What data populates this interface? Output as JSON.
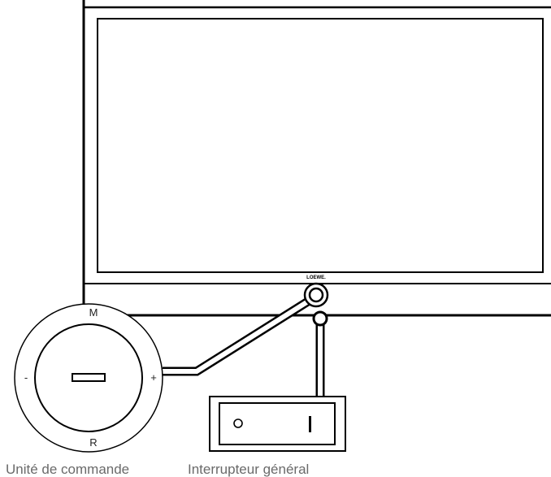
{
  "tv": {
    "logo": "LOEWE."
  },
  "control_unit": {
    "label_top": "M",
    "label_bottom": "R",
    "label_left": "-",
    "label_right": "+",
    "caption": "Unité de commande"
  },
  "main_switch": {
    "off_symbol": "O",
    "on_symbol": "I",
    "caption": "Interrupteur général"
  },
  "colors": {
    "line": "#000000",
    "caption": "#6a6a6a"
  }
}
